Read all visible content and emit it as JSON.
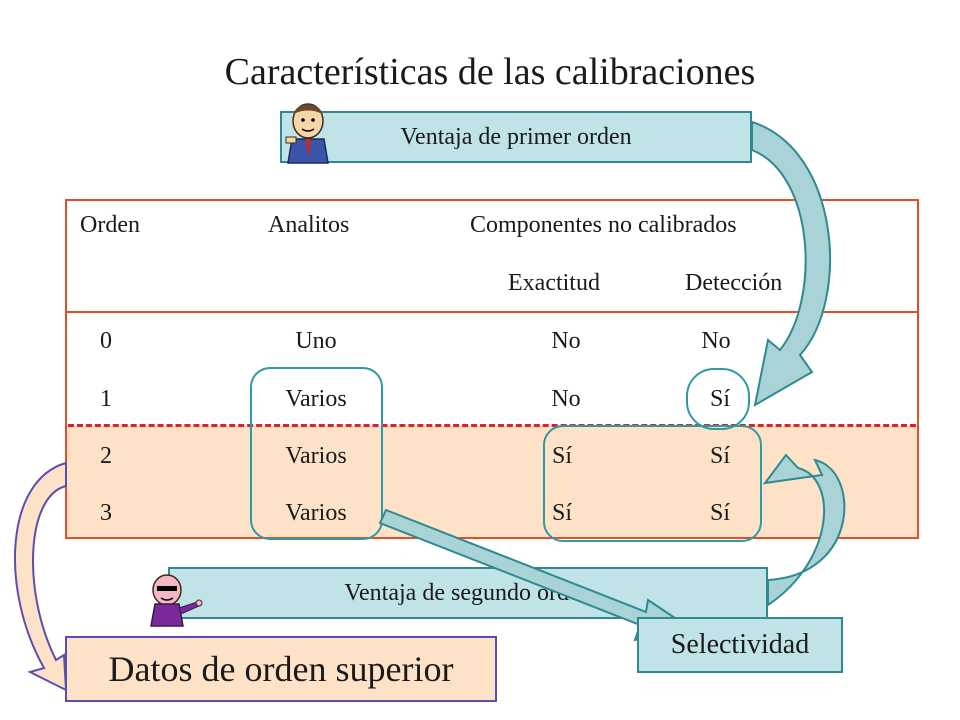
{
  "title": "Características de las calibraciones",
  "first_order_label": "Ventaja de primer orden",
  "second_order_label": "Ventaja de segundo orden",
  "table": {
    "headers": {
      "orden": "Orden",
      "analitos": "Analitos",
      "componentes": "Componentes no calibrados",
      "exactitud": "Exactitud",
      "deteccion": "Detección"
    },
    "rows": [
      {
        "orden": "0",
        "analitos": "Uno",
        "exactitud": "No",
        "deteccion": "No"
      },
      {
        "orden": "1",
        "analitos": "Varios",
        "exactitud": "No",
        "deteccion": "Sí"
      },
      {
        "orden": "2",
        "analitos": "Varios",
        "exactitud": "Sí",
        "deteccion": "Sí"
      },
      {
        "orden": "3",
        "analitos": "Varios",
        "exactitud": "Sí",
        "deteccion": "Sí"
      }
    ]
  },
  "higher_order_label": "Datos de orden superior",
  "selectivity_label": "Selectividad",
  "colors": {
    "table_border": "#e0502a",
    "shade": "#fde2c8",
    "teal_box": "#bfe3e6",
    "dashed_line": "#e0202a",
    "highlight_oval": "#2e9aa3",
    "higher_order_border": "#5a4fb0"
  },
  "icons": [
    "businessman-icon",
    "pointing-person-icon"
  ]
}
